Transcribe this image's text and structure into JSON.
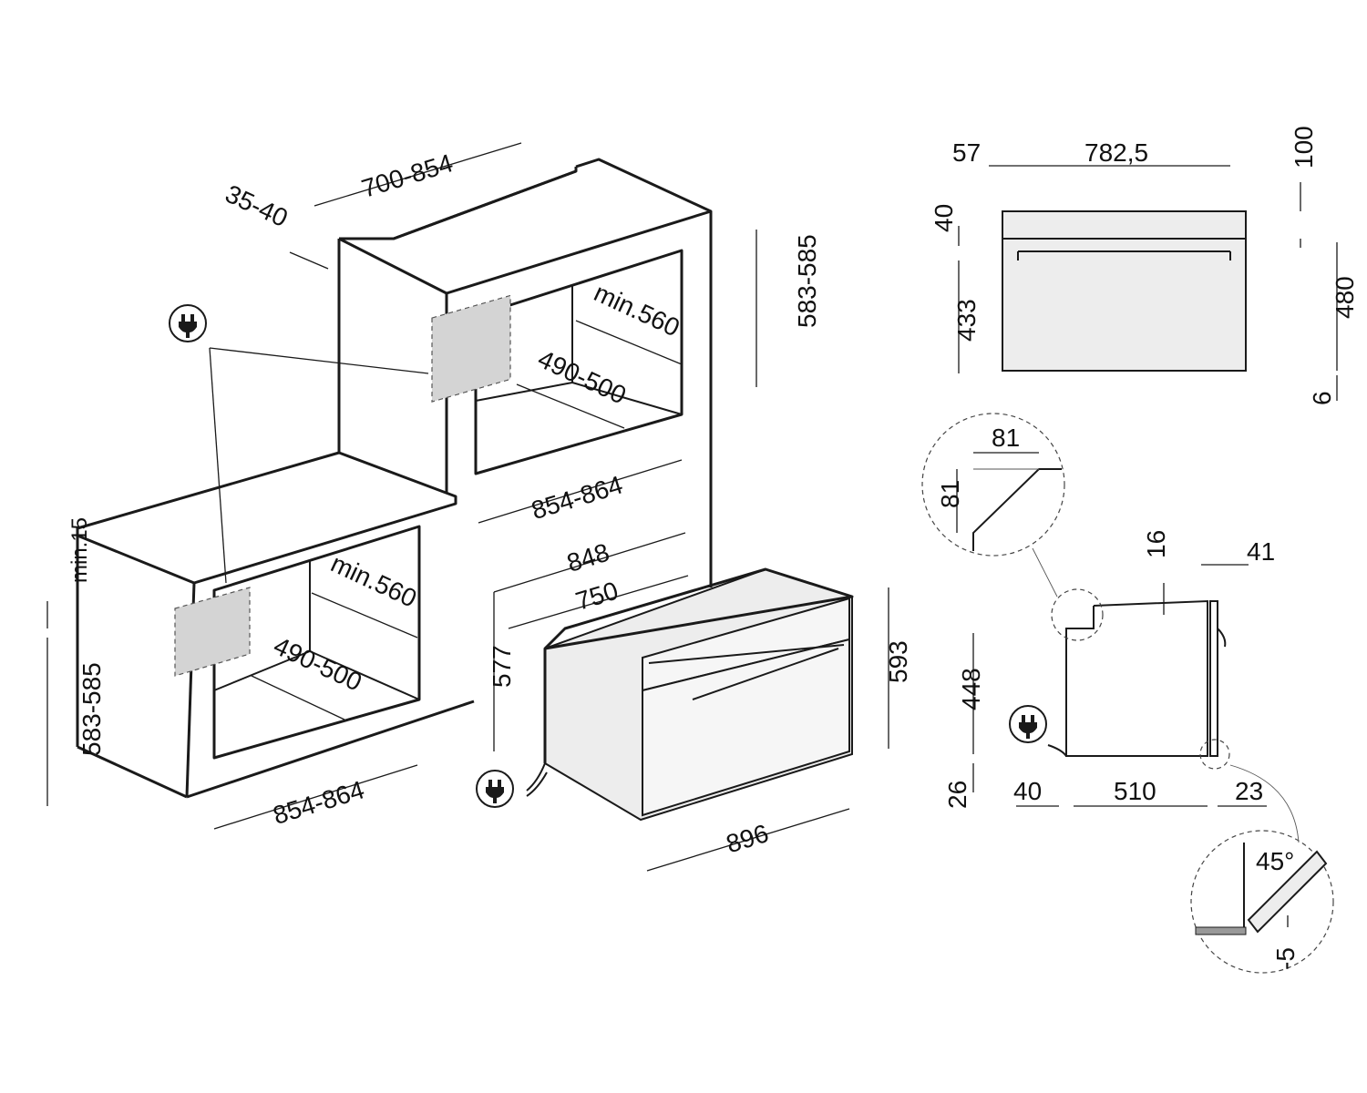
{
  "colors": {
    "ink": "#1a1a1a",
    "panel": "#d4d4d4",
    "background": "#ffffff"
  },
  "icons": [
    "plug-icon"
  ],
  "dimensions": {
    "upper_cabinet": {
      "width": "700-854",
      "depth_offset": "35-40",
      "height": "583-585",
      "inner_depth": "min.560",
      "inner_depth_bottom": "490-500",
      "niche_width": "854-864"
    },
    "lower_cabinet": {
      "top_gap": "min.15",
      "height": "583-585",
      "inner_depth": "min.560",
      "inner_depth_bottom": "490-500",
      "niche_width": "854-864"
    },
    "oven_iso": {
      "width_outer": "848",
      "width_inner": "750",
      "height_body": "577",
      "height_front": "593",
      "front_width": "896"
    },
    "front_view": {
      "left": "57",
      "width": "782,5",
      "top_h": "100",
      "top_gap": "40",
      "height": "433",
      "right_h": "480",
      "bottom": "6"
    },
    "detail_top": {
      "w": "81",
      "h": "81"
    },
    "side_view": {
      "top": "16",
      "door": "41",
      "height": "448",
      "bottom": "26",
      "front": "40",
      "depth": "510",
      "right": "23"
    },
    "detail_bottom": {
      "angle": "45°",
      "offset": "-5"
    }
  }
}
